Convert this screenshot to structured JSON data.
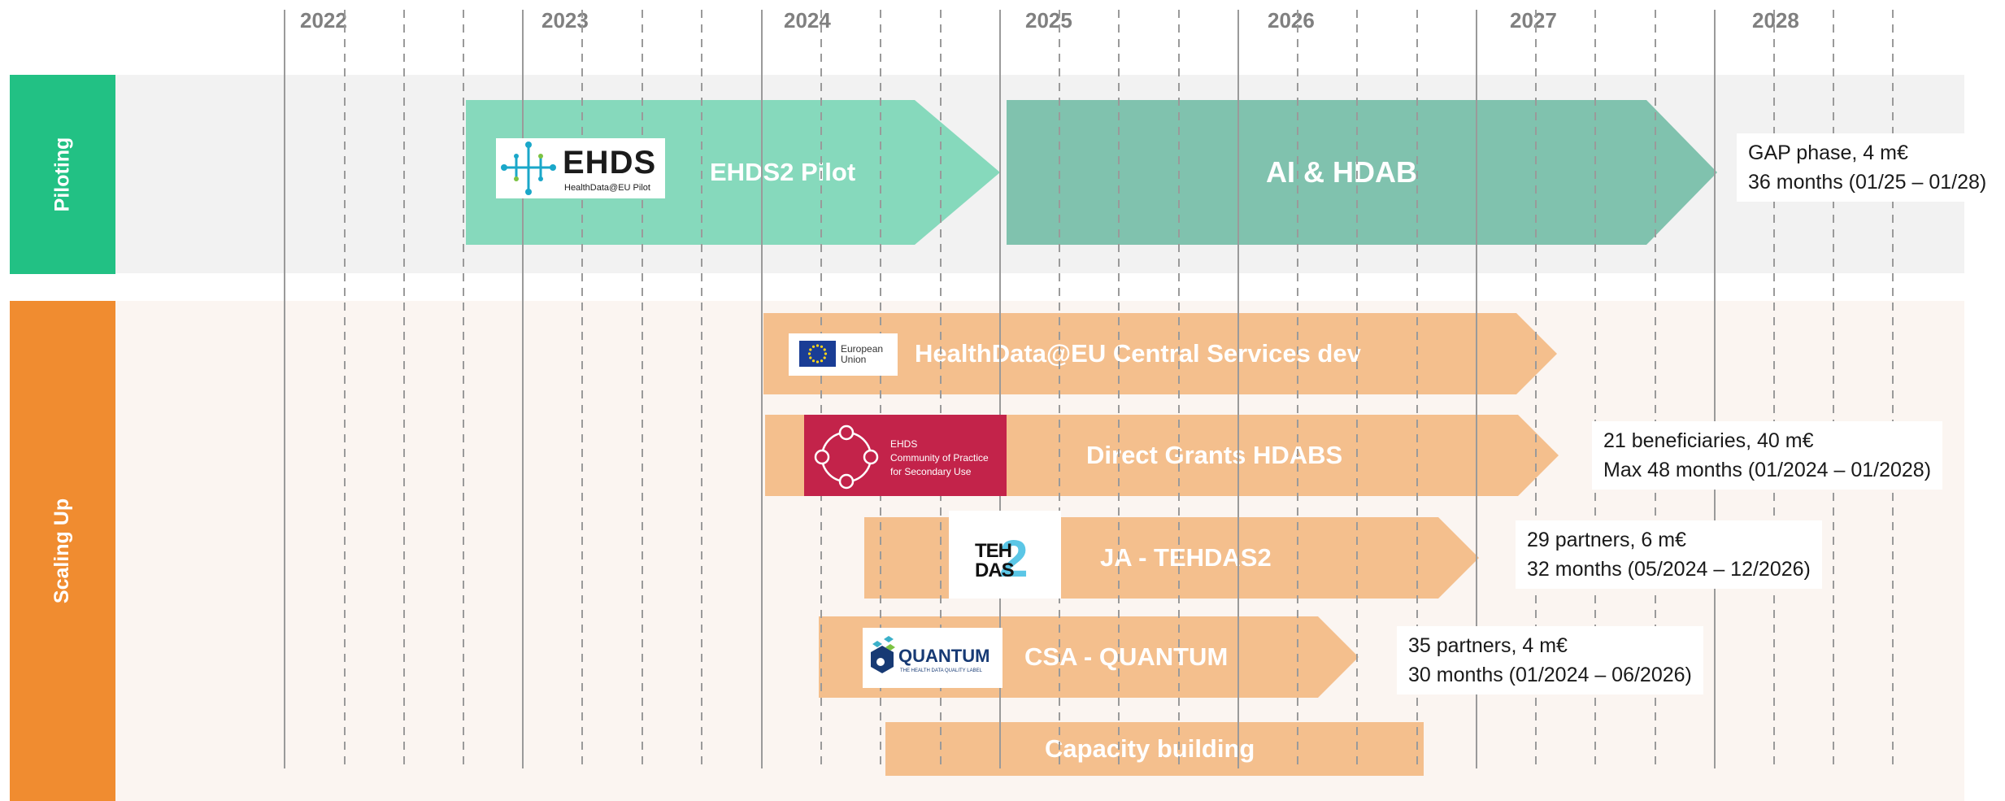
{
  "years": [
    "2022",
    "2023",
    "2024",
    "2025",
    "2026",
    "2027",
    "2028"
  ],
  "lanes": {
    "piloting": "Piloting",
    "scaling": "Scaling Up"
  },
  "bars": {
    "ehds2_pilot": "EHDS2 Pilot",
    "ai_hdab": "AI & HDAB",
    "central_services": "HealthData@EU Central Services dev",
    "direct_grants": "Direct Grants HDABS",
    "tehdas2": "JA - TEHDAS2",
    "quantum": "CSA - QUANTUM",
    "capacity": "Capacity building"
  },
  "logos": {
    "ehds_title": "EHDS",
    "ehds_subtitle": "HealthData@EU Pilot",
    "eu_line1": "European",
    "eu_line2": "Union",
    "cop_line1": "EHDS",
    "cop_line2": "Community of Practice",
    "cop_line3": "for Secondary Use",
    "tehdas_line1": "TEH",
    "tehdas_line2": "DAS",
    "tehdas_num": "2",
    "quantum_title": "QUANTUM",
    "quantum_tagline": "THE HEALTH DATA QUALITY LABEL"
  },
  "info": {
    "gap_line1": "GAP phase, 4 m€",
    "gap_line2": "36 months (01/25 – 01/28)",
    "direct_line1": "21 beneficiaries, 40 m€",
    "direct_line2": "Max 48 months (01/2024 – 01/2028)",
    "tehdas_line1": "29 partners, 6 m€",
    "tehdas_line2": "32 months (05/2024 – 12/2026)",
    "quantum_line1": "35 partners, 4 m€",
    "quantum_line2": "30 months (01/2024 – 06/2026)"
  },
  "colors": {
    "piloting": "#22c184",
    "scaling": "#f08c30",
    "pilot_arrow_light": "#86d9bc",
    "pilot_arrow_dark": "#80c2ae",
    "scaling_arrow": "#f4bf8d",
    "cop_logo": "#c3234a"
  }
}
